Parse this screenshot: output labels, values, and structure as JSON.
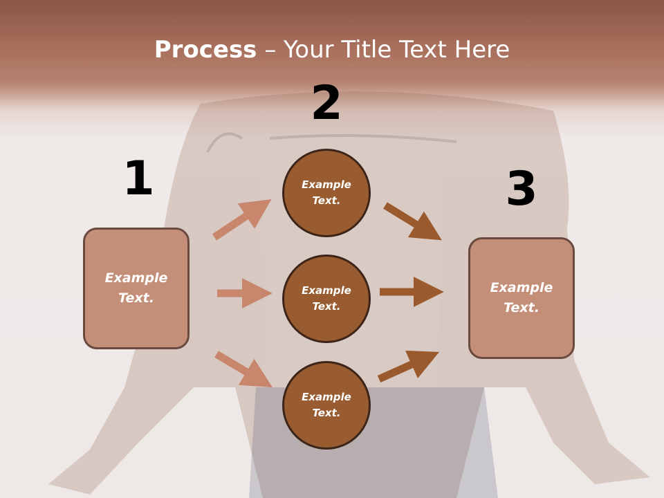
{
  "title": {
    "bold": "Process",
    "rest": " – Your Title Text Here"
  },
  "steps": [
    {
      "number": "1",
      "label": "Example\nText."
    },
    {
      "number": "2",
      "label": "Example\nText."
    },
    {
      "number": "3",
      "label": "Example\nText."
    }
  ],
  "circles": [
    {
      "label": "Example\nText."
    },
    {
      "label": "Example\nText."
    },
    {
      "label": "Example\nText."
    }
  ],
  "colors": {
    "box_fill": "#c48f78",
    "circle_fill": "#985c30",
    "left_arrow": "#c8866c",
    "right_arrow": "#9a5a2e",
    "title_band": "#a8705c"
  }
}
